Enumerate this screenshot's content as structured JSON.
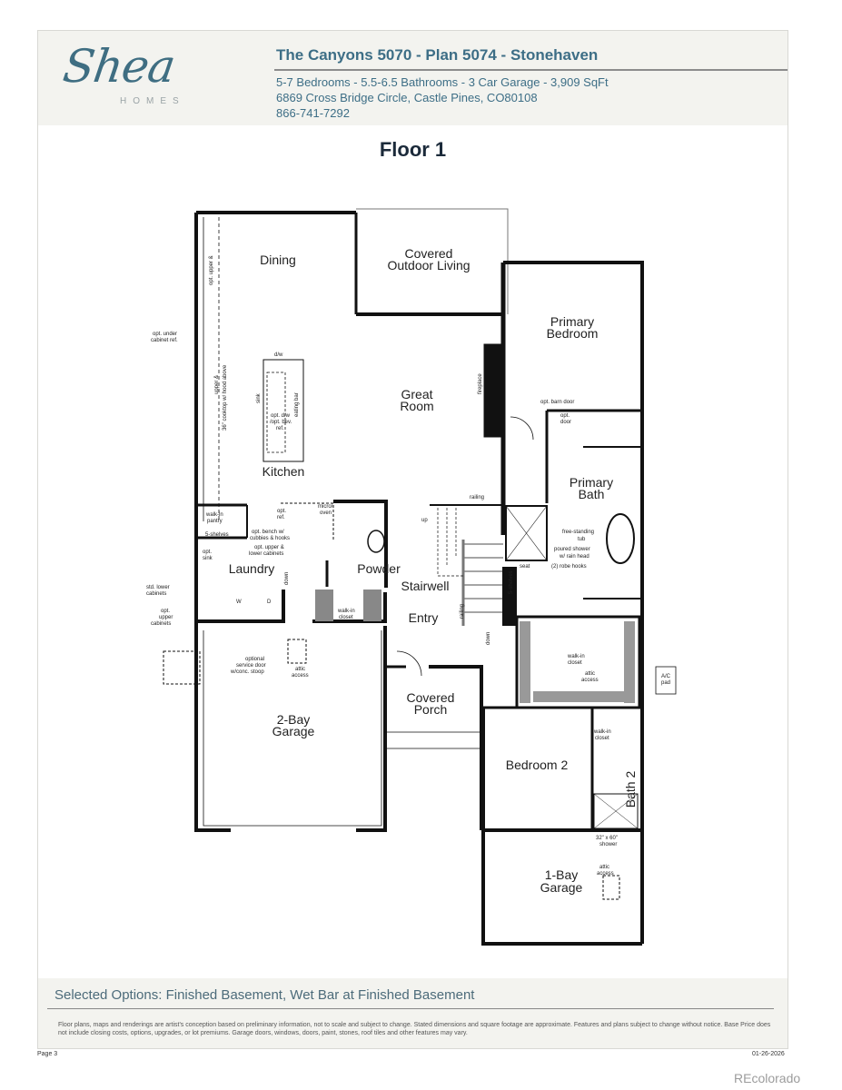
{
  "header": {
    "logo": {
      "script": "Shea",
      "sub": "HOMES",
      "color": "#3f6e82"
    },
    "title": "The Canyons 5070 - Plan 5074 - Stonehaven",
    "specs": "5-7 Bedrooms - 5.5-6.5 Bathrooms - 3 Car Garage - 3,909 SqFt",
    "address": "6869 Cross Bridge Circle, Castle Pines, CO80108",
    "phone": "866-741-7292"
  },
  "floor_title": "Floor 1",
  "plan": {
    "rooms": {
      "dining": "Dining",
      "covered_outdoor_1": "Covered",
      "covered_outdoor_2": "Outdoor Living",
      "primary_bedroom_1": "Primary",
      "primary_bedroom_2": "Bedroom",
      "great_room_1": "Great",
      "great_room_2": "Room",
      "kitchen": "Kitchen",
      "primary_bath_1": "Primary",
      "primary_bath_2": "Bath",
      "laundry": "Laundry",
      "powder": "Powder",
      "stairwell": "Stairwell",
      "entry": "Entry",
      "garage2_1": "2-Bay",
      "garage2_2": "Garage",
      "covered_porch_1": "Covered",
      "covered_porch_2": "Porch",
      "bedroom2": "Bedroom 2",
      "bath2": "Bath 2",
      "garage1_1": "1-Bay",
      "garage1_2": "Garage"
    },
    "annotations": {
      "opt_under_1": "opt. under",
      "opt_under_2": "cabinet ref.",
      "opt_upper_lower_1": "opt. upper &",
      "opt_upper_lower_2": "lower cabinets",
      "upper_lower_1": "upper &",
      "upper_lower_2": "lower cabinets",
      "cooktop": "36\" cooktop w/ hood above",
      "dw": "d/w",
      "sink": "sink",
      "eating_bar": "eating bar",
      "opt_dw_1": "opt. d/w",
      "opt_dw_2": "/opt. bev.",
      "opt_dw_3": "ref.",
      "fireplace": "fireplace",
      "opt_barn_door": "opt. barn door",
      "opt_door_1": "opt.",
      "opt_door_2": "door",
      "micro_1": "micro/",
      "micro_2": "oven",
      "opt_ref_1": "opt.",
      "opt_ref_2": "ref.",
      "walkin_pantry_1": "walk-in",
      "walkin_pantry_2": "pantry",
      "shelves5": "5-shelves",
      "opt_bench_1": "opt. bench w/",
      "opt_bench_2": "cubbies & hooks",
      "opt_upper_lower_b1": "opt. upper &",
      "opt_upper_lower_b2": "lower cabinets",
      "opt_sink_1": "opt.",
      "opt_sink_2": "sink",
      "std_lower_1": "std. lower",
      "std_lower_2": "cabinets",
      "opt_upper_c1": "opt.",
      "opt_upper_c2": "upper",
      "opt_upper_c3": "cabinets",
      "washer": "W",
      "dryer": "D",
      "down": "down",
      "walkin_closet_1": "walk-in",
      "walkin_closet_2": "closet",
      "railing": "railing",
      "up": "up",
      "free_tub_1": "free-standing",
      "free_tub_2": "tub",
      "poured_shower_1": "poured shower",
      "poured_shower_2": "w/ rain head",
      "robe_hooks": "(2) robe hooks",
      "seat": "seat",
      "attic_1": "attic",
      "attic_2": "access",
      "service_door_1": "optional",
      "service_door_2": "service door",
      "service_door_3": "w/conc. stoop",
      "ac_1": "A/C",
      "ac_2": "pad",
      "shower_1": "32\" x 60\"",
      "shower_2": "shower"
    }
  },
  "footer": {
    "selected_options": "Selected Options: Finished Basement, Wet Bar at Finished Basement",
    "disclaimer": "Floor plans, maps and renderings are artist's conception based on preliminary information, not to scale and subject to change. Stated dimensions and square footage are approximate. Features and plans subject to change without notice. Base Price does not include closing costs, options, upgrades, or lot premiums. Garage doors, windows, doors, paint, stones, roof tiles and other features may vary.",
    "page": "Page 3",
    "date": "01-26-2026"
  },
  "watermark": "REcolorado"
}
